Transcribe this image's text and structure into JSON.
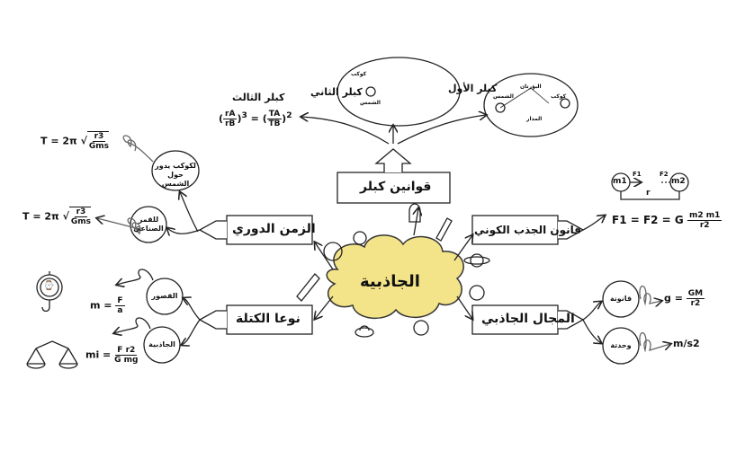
{
  "center": {
    "label": "الجاذبية",
    "fill": "#f3e48a"
  },
  "branches": {
    "kepler": {
      "label": "قوانين كبلر"
    },
    "period": {
      "label": "الزمن الدوري"
    },
    "universal": {
      "label": "قانون الجذب الكوني"
    },
    "mass": {
      "label": "نوعا الكتلة"
    },
    "field": {
      "label": "المجال الجاذبي"
    }
  },
  "kepler": {
    "first": "كبلر الأول",
    "second": "كبلر الثاني",
    "third": "كبلر الثالث",
    "third_formula": {
      "lhs_num": "rA",
      "lhs_den": "rB",
      "lhs_pow": "3",
      "rhs_num": "TA",
      "rhs_den": "TB",
      "rhs_pow": "2"
    },
    "first_labels": {
      "sun": "الشمس",
      "focus": "البؤرتان",
      "planet": "كوكب",
      "orbit": "المدار"
    },
    "second_labels": {
      "planet": "كوكب",
      "sun": "الشمس"
    }
  },
  "period": {
    "planet_label": "لكوكب يدور حول الشمس",
    "satellite_label": "للقمر الصناعي",
    "formula_lhs": "T = 2π",
    "formula_num": "r3",
    "formula_den": "Gms"
  },
  "mass": {
    "inertial_label": "القصور",
    "gravitational_label": "الجاذبية",
    "inertial_formula": {
      "lhs": "m =",
      "num": "F",
      "den": "a"
    },
    "gravitational_formula": {
      "lhs": "mi =",
      "num": "F r2",
      "den": "G mg"
    }
  },
  "universal": {
    "m1": "m1",
    "m2": "m2",
    "f1": "F1",
    "f2": "F2",
    "r": "r",
    "formula_lhs": "F1 = F2 = G",
    "formula_num": "m2 m1",
    "formula_den": "r2"
  },
  "field": {
    "law_label": "قانونة",
    "unit_label": "وحدتة",
    "law_formula": {
      "lhs": "g =",
      "num": "GM",
      "den": "r2"
    },
    "unit": "m/s2"
  }
}
